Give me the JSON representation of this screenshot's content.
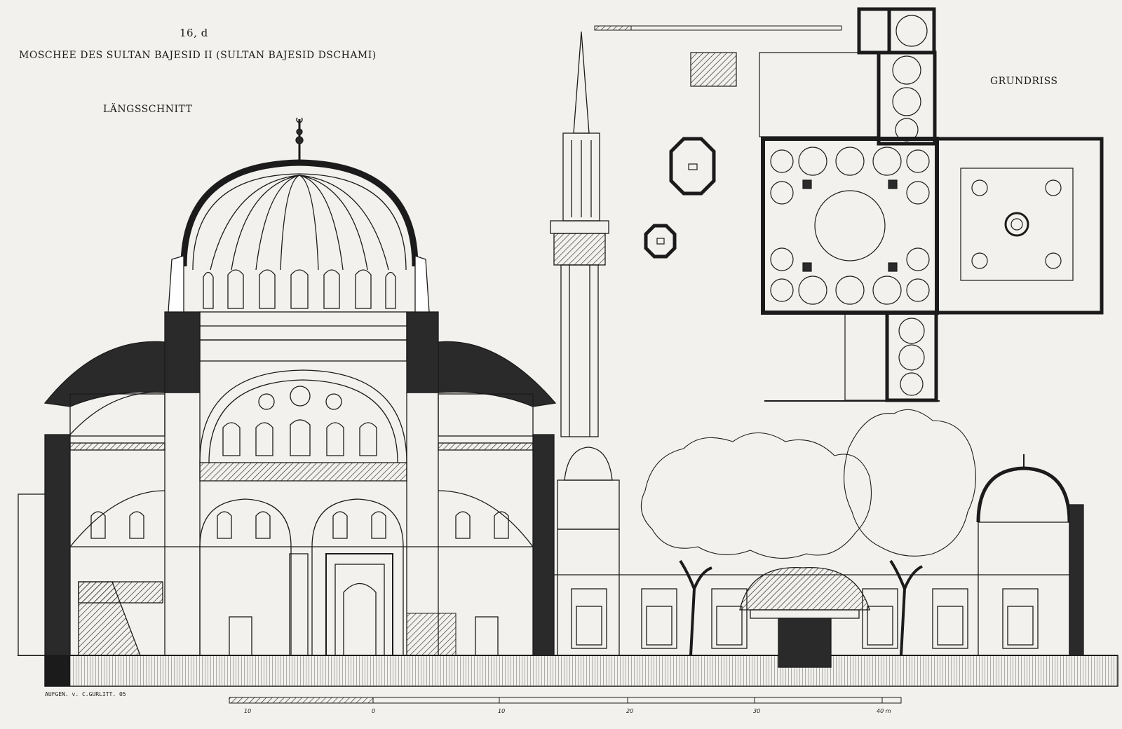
{
  "plate": {
    "number": "16, d",
    "title": "MOSCHEE DES SULTAN BAJESID II (SULTAN BAJESID DSCHAMI)"
  },
  "section": {
    "title": "LÄNGSSCHNITT"
  },
  "plan": {
    "title": "GRUNDRISS"
  },
  "credit": "AUFGEN. v. C.GURLITT. 05",
  "scale": {
    "ticks": [
      "10",
      "0",
      "10",
      "20",
      "30",
      "40 m"
    ]
  },
  "colors": {
    "paper": "#f2f1ee",
    "ink": "#1b1b1b",
    "poche": "#2a2a2a"
  }
}
